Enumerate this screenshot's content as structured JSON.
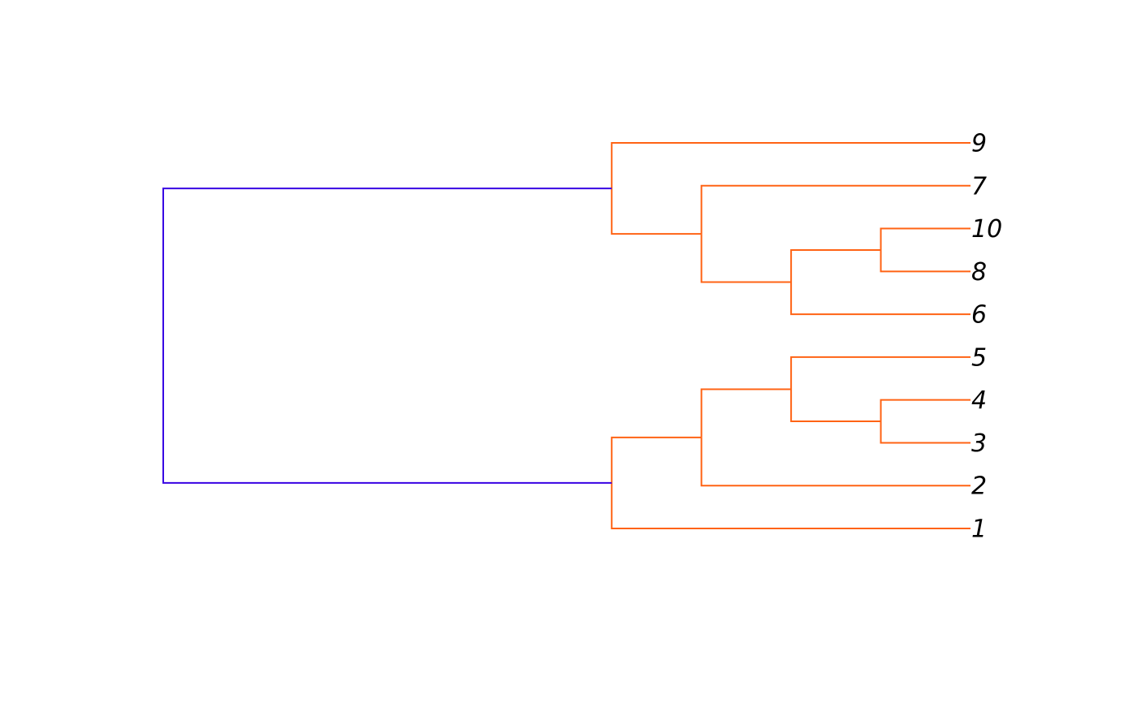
{
  "diagram": {
    "type": "dendrogram",
    "orientation": "horizontal",
    "colors": {
      "cluster": "#ff6314",
      "root": "#3700e3"
    },
    "leaves": [
      {
        "id": "9",
        "label": "9"
      },
      {
        "id": "7",
        "label": "7"
      },
      {
        "id": "10",
        "label": "10"
      },
      {
        "id": "8",
        "label": "8"
      },
      {
        "id": "6",
        "label": "6"
      },
      {
        "id": "5",
        "label": "5"
      },
      {
        "id": "4",
        "label": "4"
      },
      {
        "id": "3",
        "label": "3"
      },
      {
        "id": "2",
        "label": "2"
      },
      {
        "id": "1",
        "label": "1"
      }
    ],
    "merges": [
      {
        "id": "m-10-8",
        "height": 1,
        "children": [
          "10",
          "8"
        ],
        "color": "cluster"
      },
      {
        "id": "m-4-3",
        "height": 1,
        "children": [
          "4",
          "3"
        ],
        "color": "cluster"
      },
      {
        "id": "m-10-8-6",
        "height": 2,
        "children": [
          "m-10-8",
          "6"
        ],
        "color": "cluster"
      },
      {
        "id": "m-5-4-3",
        "height": 2,
        "children": [
          "5",
          "m-4-3"
        ],
        "color": "cluster"
      },
      {
        "id": "m-7",
        "height": 3,
        "children": [
          "7",
          "m-10-8-6"
        ],
        "color": "cluster"
      },
      {
        "id": "m-2",
        "height": 3,
        "children": [
          "m-5-4-3",
          "2"
        ],
        "color": "cluster"
      },
      {
        "id": "m-9",
        "height": 4,
        "children": [
          "9",
          "m-7"
        ],
        "color": "cluster"
      },
      {
        "id": "m-1",
        "height": 4,
        "children": [
          "m-2",
          "1"
        ],
        "color": "cluster"
      },
      {
        "id": "root",
        "height": 9,
        "children": [
          "m-9",
          "m-1"
        ],
        "color": "root"
      }
    ]
  }
}
